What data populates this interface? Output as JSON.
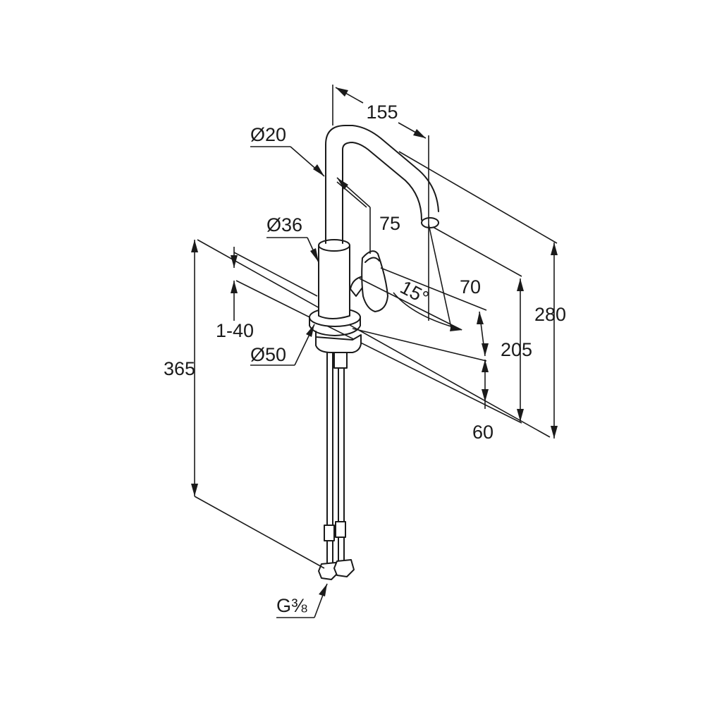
{
  "drawing": {
    "dimensions": {
      "spout_reach": "155",
      "spout_diameter": "Ø20",
      "lever_offset": "75",
      "body_diameter": "Ø36",
      "rotation_angle": "15°",
      "lever_height": "70",
      "spout_height": "205",
      "total_height": "280",
      "countertop_thickness": "1-40",
      "base_diameter": "Ø50",
      "under_counter_length": "365",
      "body_to_counter": "60",
      "connection_thread": "G⅜"
    }
  }
}
